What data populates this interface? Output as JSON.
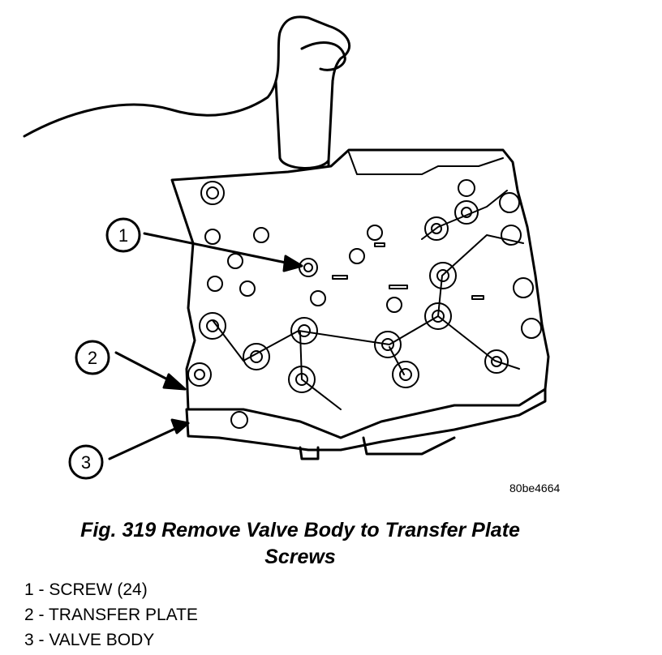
{
  "callouts": [
    {
      "number": "1"
    },
    {
      "number": "2"
    },
    {
      "number": "3"
    }
  ],
  "figure_id": "80be4664",
  "caption": {
    "line1": "Fig. 319 Remove Valve Body to Transfer Plate",
    "line2": "Screws"
  },
  "legend": [
    "1 - SCREW (24)",
    "2 - TRANSFER PLATE",
    "3 - VALVE BODY"
  ],
  "colors": {
    "line": "#000000",
    "background": "#ffffff"
  }
}
